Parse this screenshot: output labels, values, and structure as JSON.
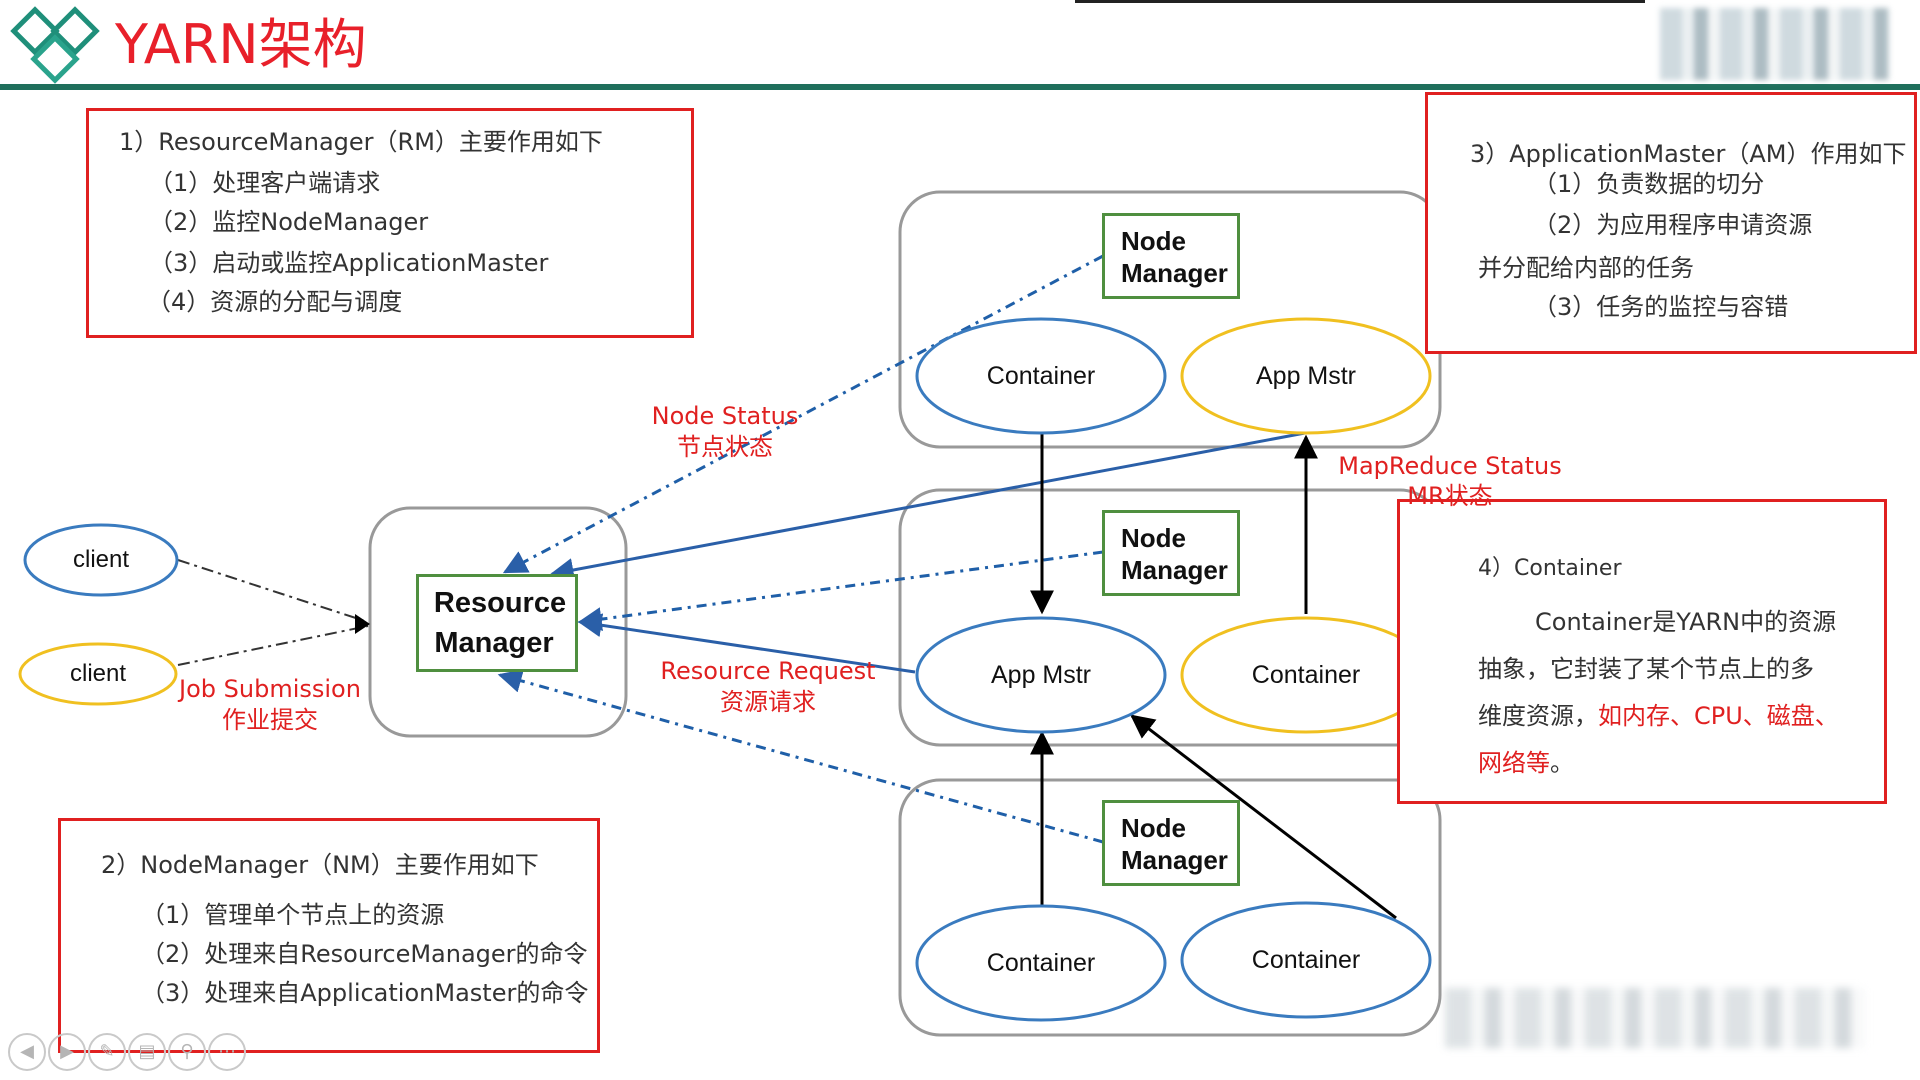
{
  "header": {
    "title": "YARN架构"
  },
  "boxes": {
    "rm": {
      "heading": "1）ResourceManager（RM）主要作用如下",
      "items": [
        "（1）处理客户端请求",
        "（2）监控NodeManager",
        "（3）启动或监控ApplicationMaster",
        "（4）资源的分配与调度"
      ]
    },
    "nm": {
      "heading": "2）NodeManager（NM）主要作用如下",
      "items": [
        "（1）管理单个节点上的资源",
        "（2）处理来自ResourceManager的命令",
        "（3）处理来自ApplicationMaster的命令"
      ]
    },
    "am": {
      "heading": "3）ApplicationMaster（AM）作用如下",
      "items": [
        "（1）负责数据的切分",
        "（2）为应用程序申请资源",
        "并分配给内部的任务",
        "（3）任务的监控与容错"
      ]
    },
    "container": {
      "heading": "4）Container",
      "text1": "Container是YARN中的资源",
      "text2": "抽象，它封装了某个节点上的多",
      "text3a": "维度资源，",
      "text3b": "如内存、CPU、磁盘、",
      "text4a": "网络等",
      "text4b": "。"
    }
  },
  "diagram": {
    "client1": "client",
    "client2": "client",
    "rm_line1": "Resource",
    "rm_line2": "Manager",
    "nm_line1": "Node",
    "nm_line2": "Manager",
    "container": "Container",
    "app_mstr": "App Mstr",
    "labels": {
      "node_status_en": "Node Status",
      "node_status_zh": "节点状态",
      "job_submission_en": "Job Submission",
      "job_submission_zh": "作业提交",
      "resource_request_en": "Resource Request",
      "resource_request_zh": "资源请求",
      "mr_status_en": "MapReduce Status",
      "mr_status_zh": "MR状态"
    }
  },
  "colors": {
    "title_red": "#e8202a",
    "box_red": "#e02020",
    "node_green": "#4f8f3f",
    "ellipse_blue": "#3a7bbf",
    "ellipse_yellow": "#f0c020",
    "header_rule": "#1f6f5c"
  },
  "toolbar": {
    "icons": [
      "prev-icon",
      "next-icon",
      "pen-icon",
      "slides-icon",
      "zoom-icon",
      "more-icon"
    ]
  }
}
